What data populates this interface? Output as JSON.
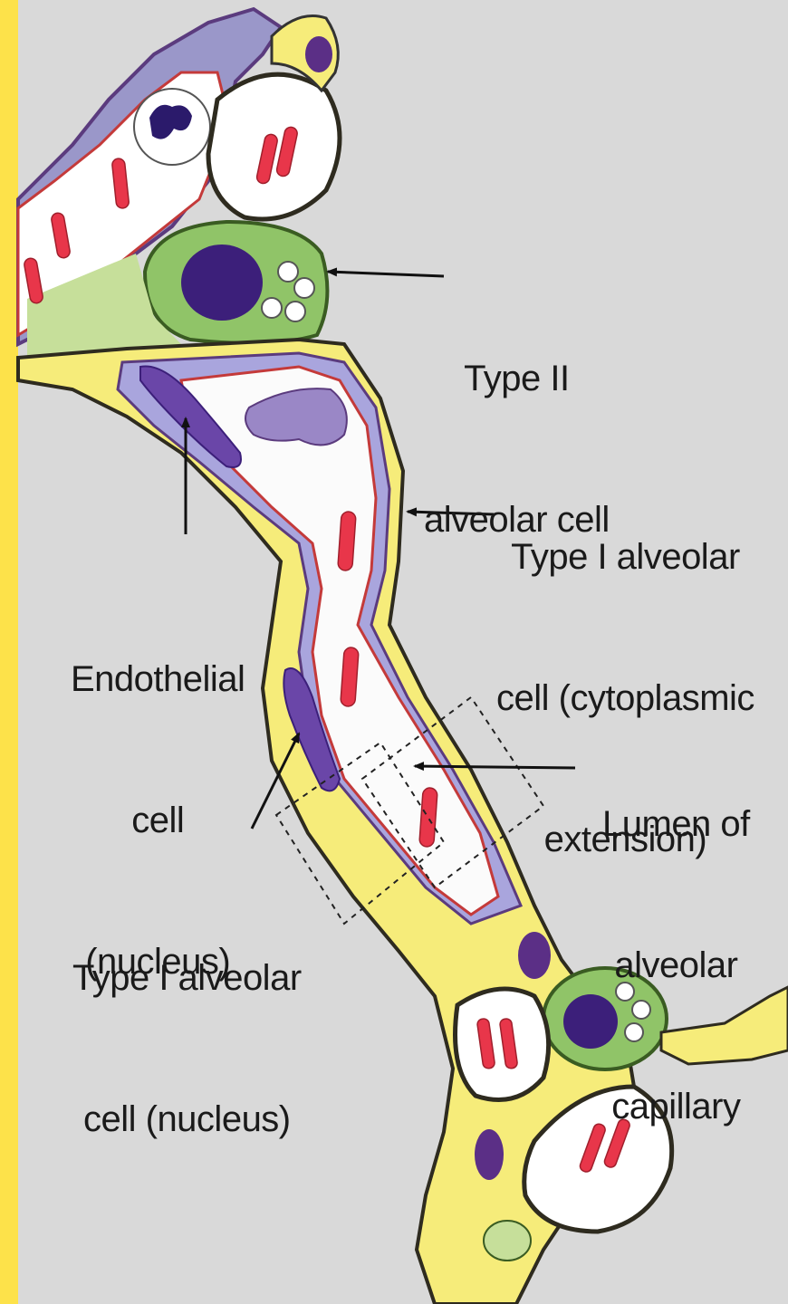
{
  "diagram": {
    "labels": {
      "type_ii_line1": "Type II",
      "type_ii_line2": "alveolar cell",
      "type_i_ext_line1": "Type I alveolar",
      "type_i_ext_line2": "cell (cytoplasmic",
      "type_i_ext_line3": "extension)",
      "endothelial_line1": "Endothelial",
      "endothelial_line2": "cell",
      "endothelial_line3": "(nucleus)",
      "lumen_line1": "Lumen of",
      "lumen_line2": "alveolar",
      "lumen_line3": "capillary",
      "type_i_nuc_line1": "Type I alveolar",
      "type_i_nuc_line2": "cell (nucleus)"
    }
  }
}
